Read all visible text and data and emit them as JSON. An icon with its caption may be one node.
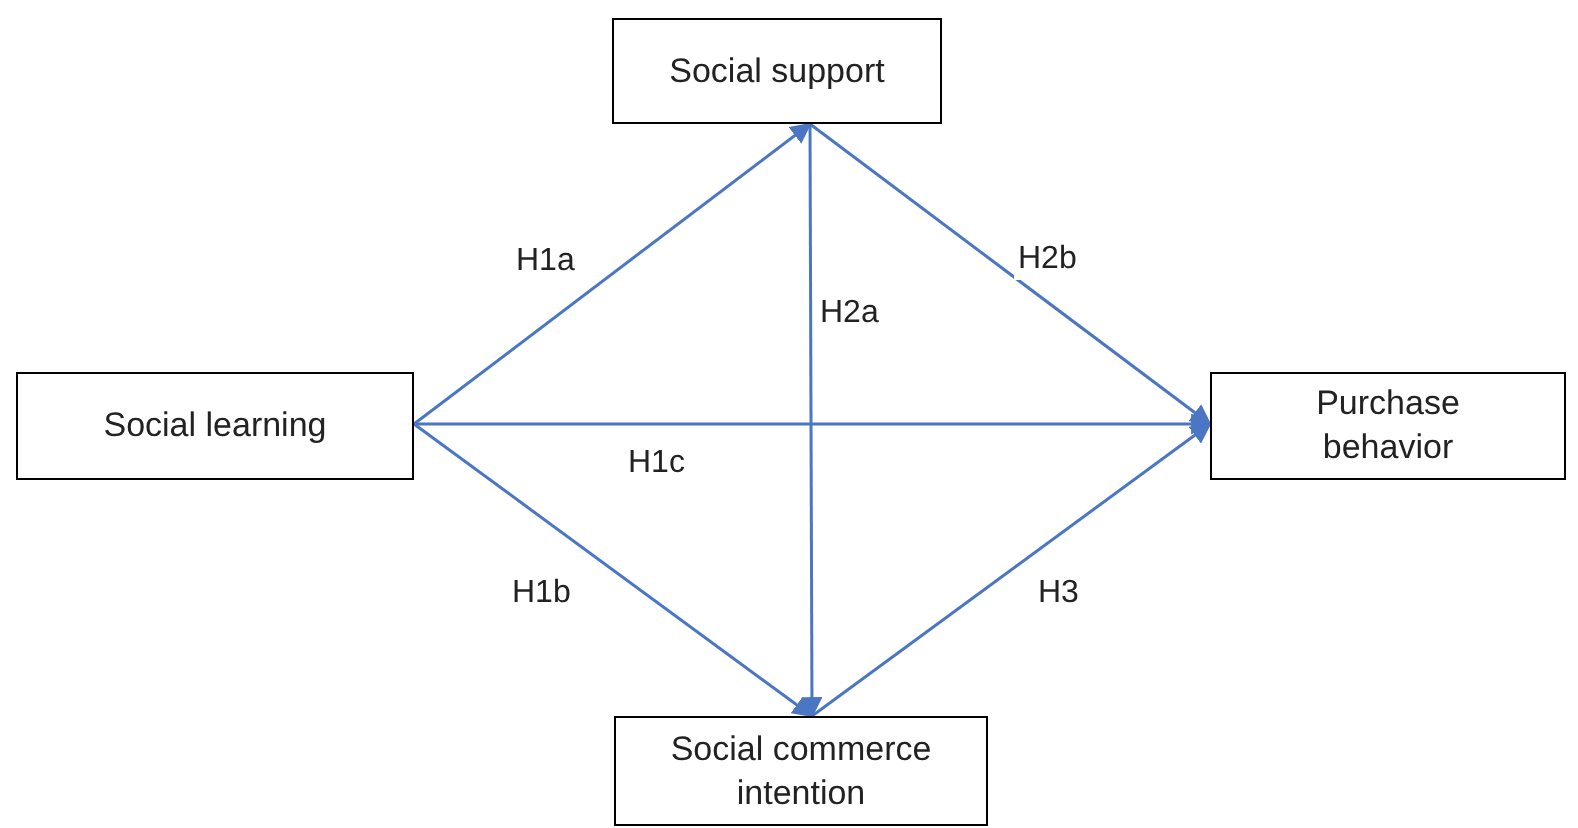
{
  "diagram": {
    "nodes": [
      {
        "text": [
          "Social support"
        ]
      },
      {
        "text": [
          "Social learning"
        ]
      },
      {
        "text": [
          "Purchase behavior"
        ]
      },
      {
        "text": [
          "Social commerce intention"
        ]
      }
    ],
    "edges": [
      {
        "from": 1,
        "to": 0,
        "arrow": "to",
        "label": "H1a"
      },
      {
        "from": 1,
        "to": 3,
        "arrow": "to",
        "label": "H1b"
      },
      {
        "from": 1,
        "to": 2,
        "arrow": "to",
        "label": "H1c"
      },
      {
        "from": 0,
        "to": 3,
        "arrow": "to",
        "label": "H2a"
      },
      {
        "from": 0,
        "to": 2,
        "arrow": "to",
        "label": "H2b"
      },
      {
        "from": 3,
        "to": 2,
        "arrow": "to",
        "label": "H3"
      }
    ]
  }
}
